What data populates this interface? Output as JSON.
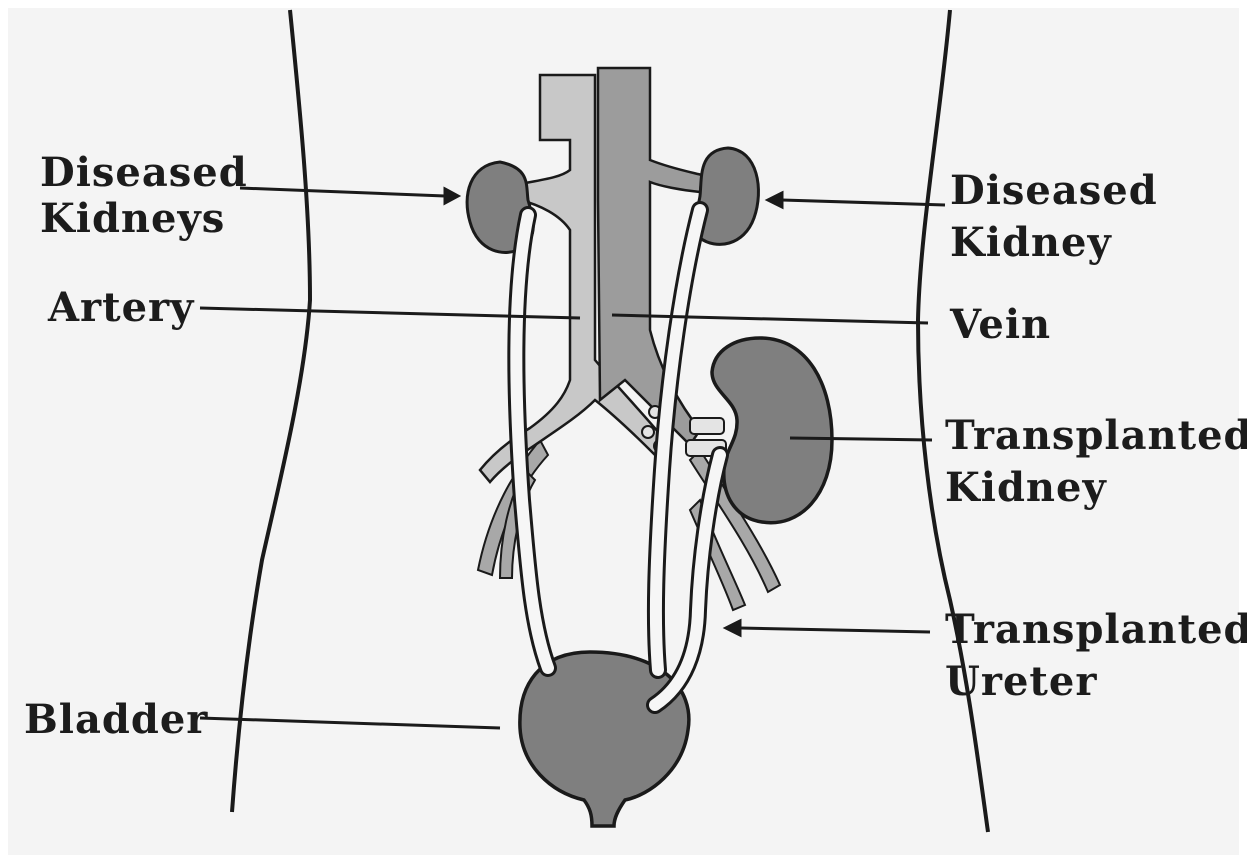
{
  "labels": {
    "diseased_kidneys_l1": "Diseased",
    "diseased_kidneys_l2": "Kidneys",
    "diseased_kidney_l1": "Diseased",
    "diseased_kidney_l2": "Kidney",
    "artery": "Artery",
    "vein": "Vein",
    "transplanted_kidney_l1": "Transplanted",
    "transplanted_kidney_l2": "Kidney",
    "transplanted_ureter_l1": "Transplanted",
    "transplanted_ureter_l2": "Ureter",
    "bladder": "Bladder"
  },
  "colors": {
    "background": "#f4f4f4",
    "outline": "#1a1a1a",
    "organ": "#7f7f7f",
    "artery_fill": "#c8c8c8",
    "vein_fill": "#9c9c9c",
    "ureter_fill": "#f6f6f6",
    "pelvic_vessels": "#a8a8a8"
  }
}
